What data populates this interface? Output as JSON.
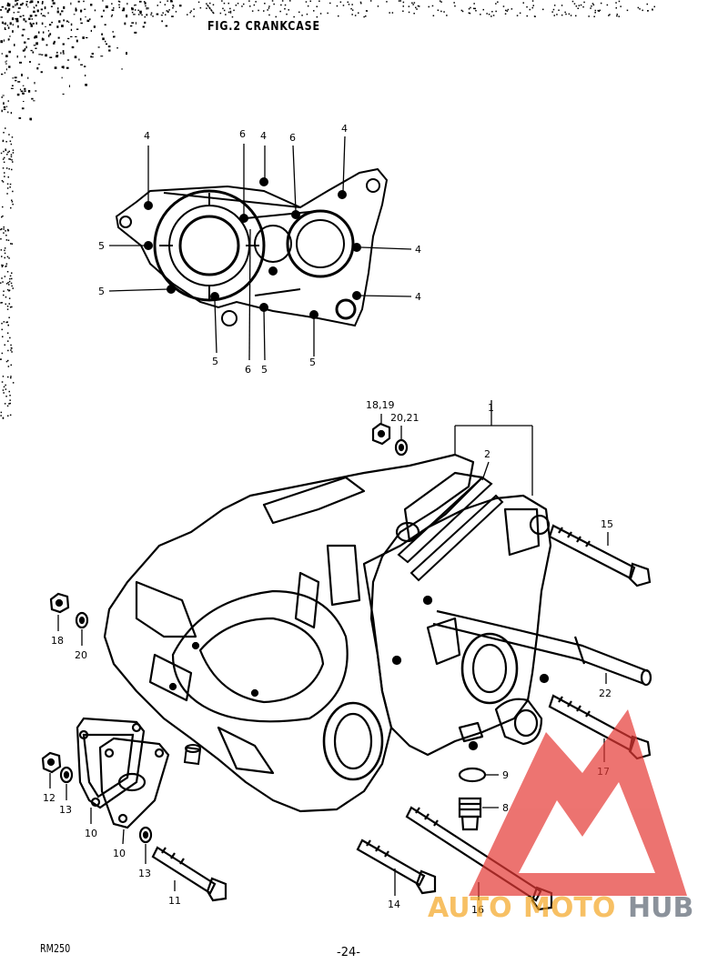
{
  "header": {
    "title": "FIG.2  CRANKCASE"
  },
  "footer": {
    "model": "RM250",
    "page": "-24-"
  },
  "watermark": {
    "brand_left": "AUTO",
    "brand_mid": "MOTO",
    "brand_right": "HUB",
    "colors": {
      "logo": "#e53935",
      "auto": "#f5a623",
      "moto": "#f5a623",
      "hub": "#5b6472"
    }
  },
  "small_view_callouts": [
    "4",
    "6",
    "4",
    "6",
    "4",
    "5",
    "4",
    "5",
    "4",
    "5",
    "6",
    "5",
    "5"
  ],
  "main_callouts": [
    "18,19",
    "20,21",
    "1",
    "2",
    "15",
    "18",
    "20",
    "22",
    "12",
    "13",
    "10",
    "10",
    "13",
    "11",
    "14",
    "16",
    "17",
    "9",
    "8"
  ]
}
